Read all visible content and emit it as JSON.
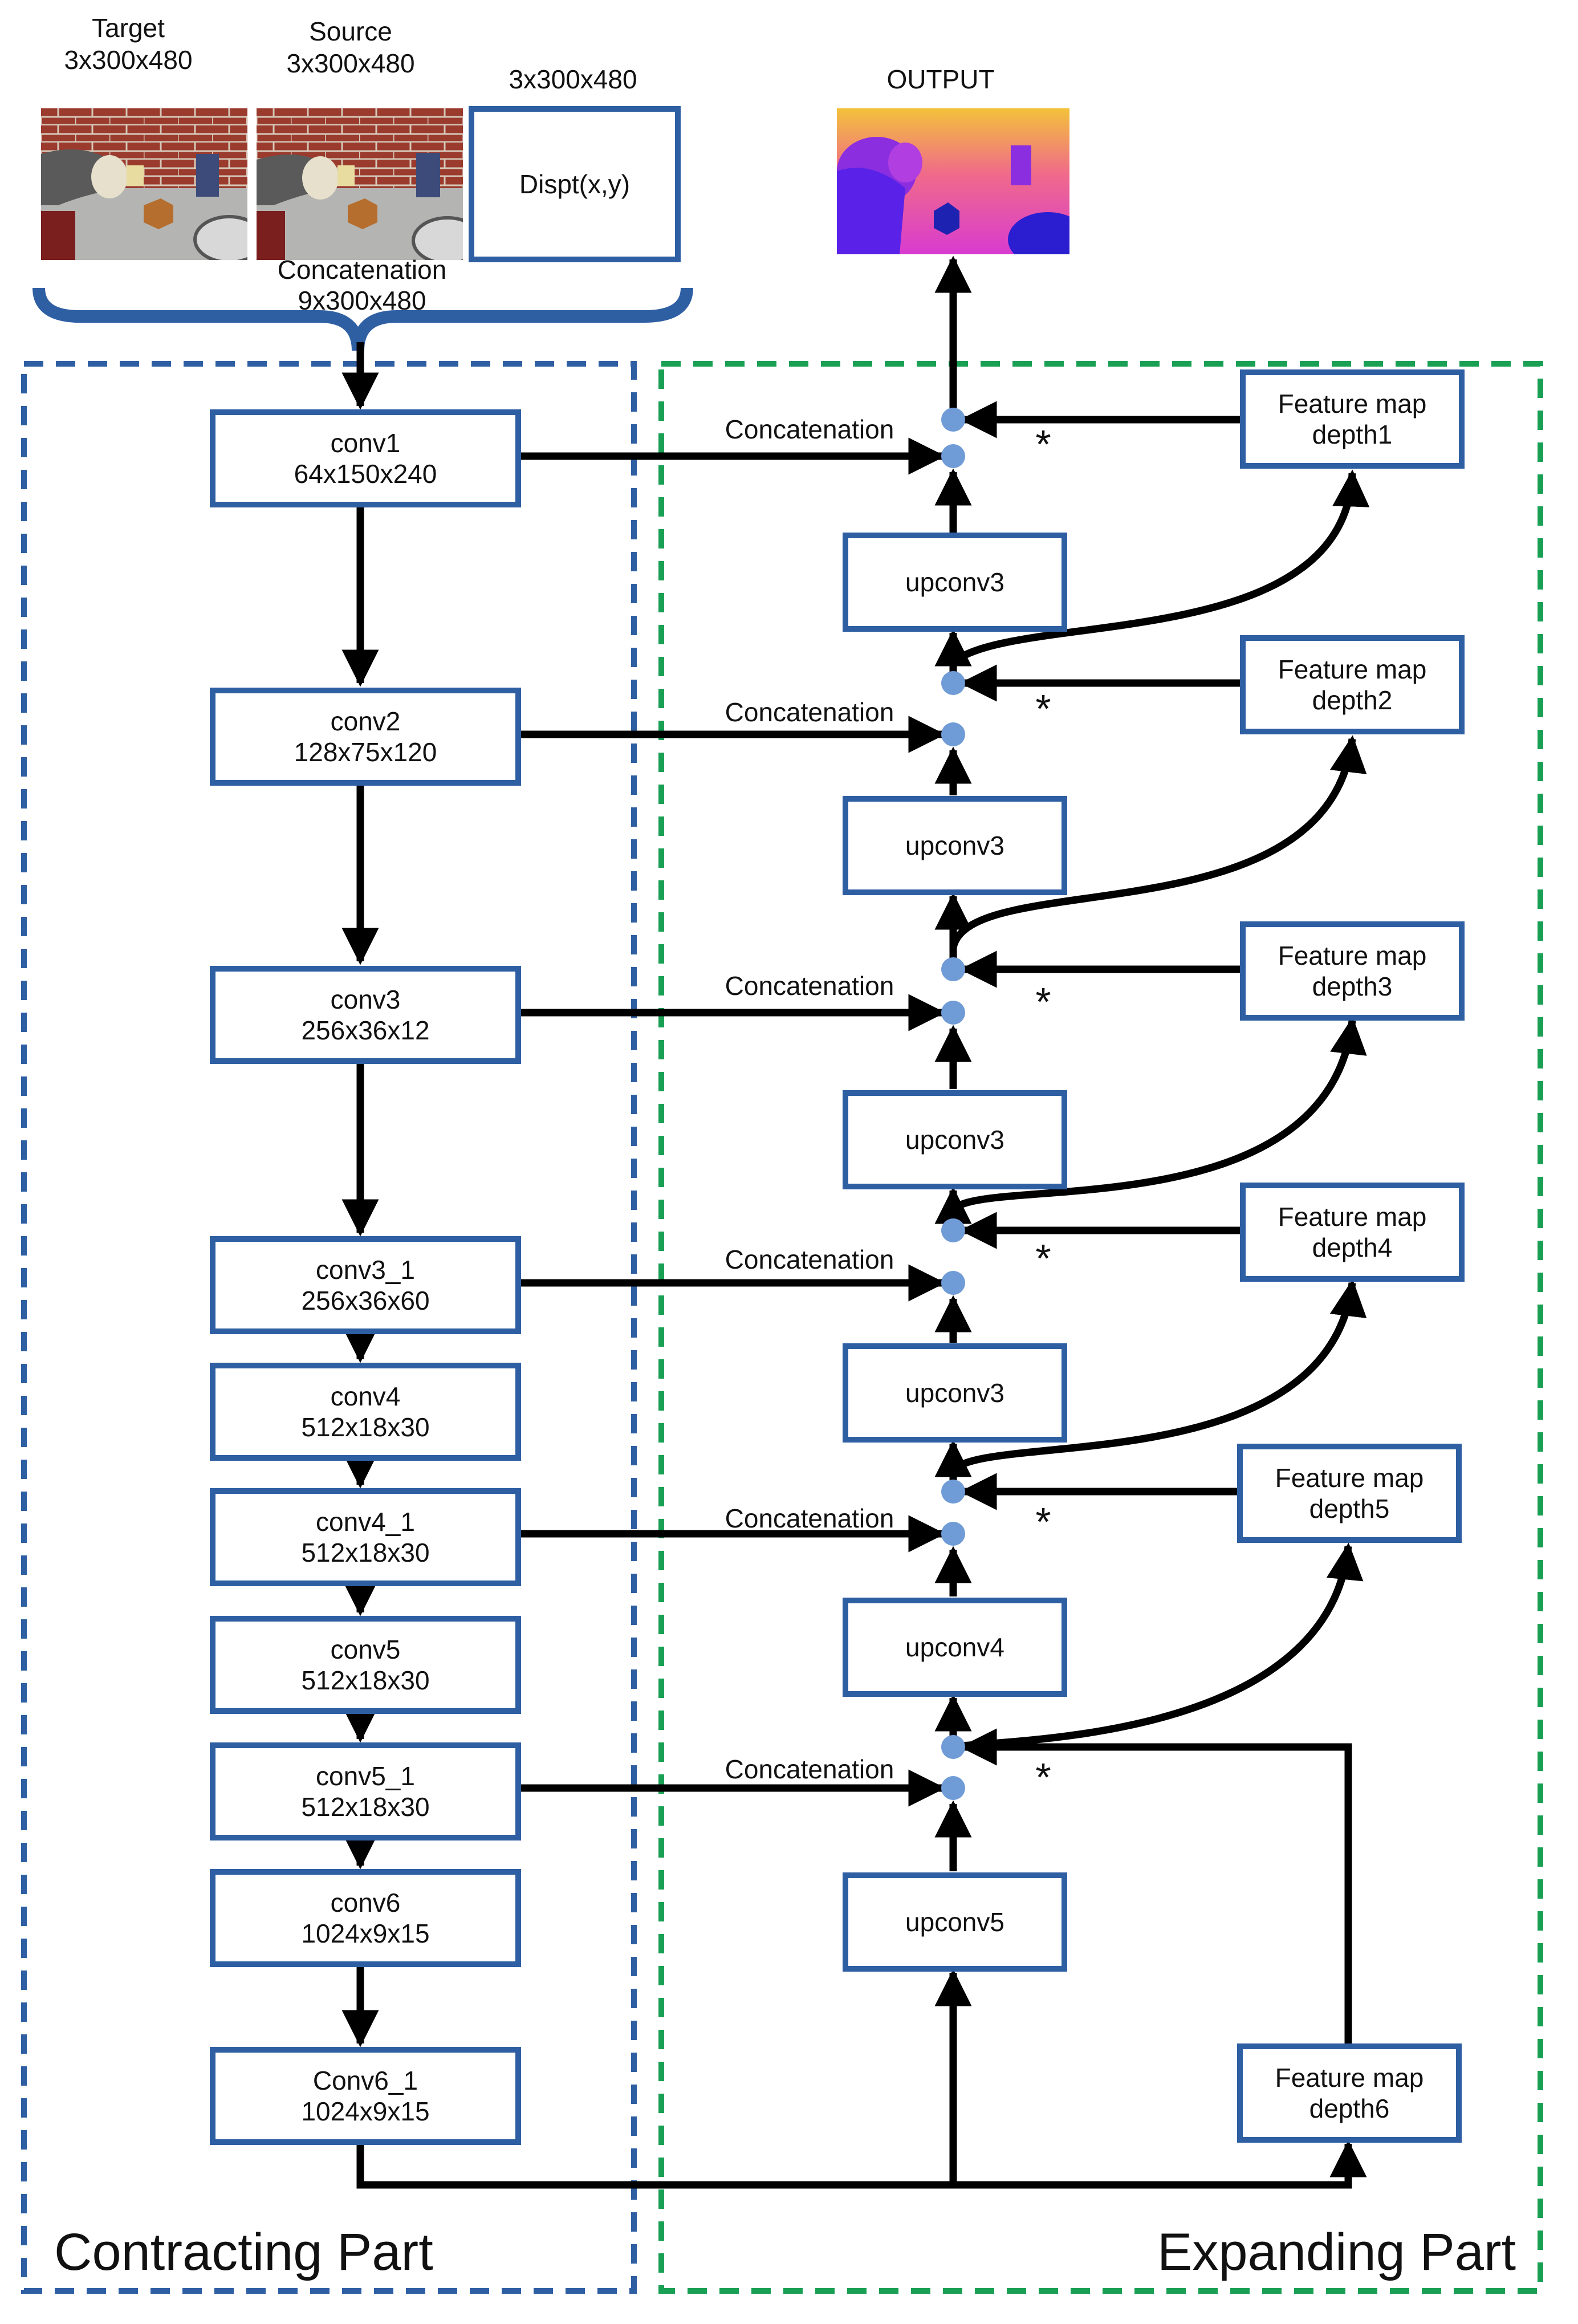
{
  "inputs": {
    "target_title": "Target",
    "target_size": "3x300x480",
    "source_title": "Source",
    "source_size": "3x300x480",
    "disp_size": "3x300x480",
    "disp_label": "Dispt(x,y)",
    "concat_title": "Concatenation",
    "concat_size": "9x300x480"
  },
  "output_label": "OUTPUT",
  "contracting": [
    {
      "name": "conv1",
      "size": "64x150x240"
    },
    {
      "name": "conv2",
      "size": "128x75x120"
    },
    {
      "name": "conv3",
      "size": "256x36x12"
    },
    {
      "name": "conv3_1",
      "size": "256x36x60"
    },
    {
      "name": "conv4",
      "size": "512x18x30"
    },
    {
      "name": "conv4_1",
      "size": "512x18x30"
    },
    {
      "name": "conv5",
      "size": "512x18x30"
    },
    {
      "name": "conv5_1",
      "size": "512x18x30"
    },
    {
      "name": "conv6",
      "size": "1024x9x15"
    },
    {
      "name": "Conv6_1",
      "size": "1024x9x15"
    }
  ],
  "expanding": [
    "upconv3",
    "upconv3",
    "upconv3",
    "upconv3",
    "upconv4",
    "upconv5"
  ],
  "feature_maps": [
    {
      "title": "Feature map",
      "depth": "depth1"
    },
    {
      "title": "Feature map",
      "depth": "depth2"
    },
    {
      "title": "Feature map",
      "depth": "depth3"
    },
    {
      "title": "Feature map",
      "depth": "depth4"
    },
    {
      "title": "Feature map",
      "depth": "depth5"
    },
    {
      "title": "Feature map",
      "depth": "depth6"
    }
  ],
  "concat_label": "Concatenation",
  "star": "*",
  "sections": {
    "contracting": "Contracting Part",
    "expanding": "Expanding Part"
  },
  "colors": {
    "box_border": "#2f5fa3",
    "contracting_dash": "#2f5fa3",
    "expanding_dash": "#1aa055",
    "node": "#6f9bd6",
    "brace": "#2f5fa3",
    "arrow": "#000000"
  }
}
